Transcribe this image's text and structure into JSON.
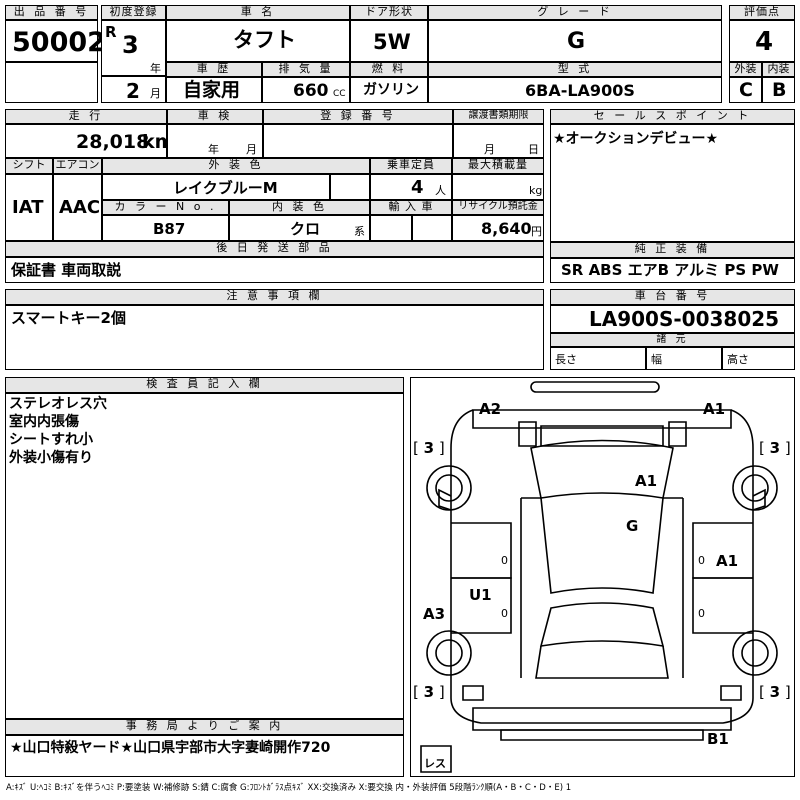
{
  "headers": {
    "lot_no": "出 品 番 号",
    "first_reg": "初度登録",
    "car_name": "車 名",
    "door": "ドア形状",
    "grade": "グ レ ー ド",
    "score": "評価点",
    "history": "車 歴",
    "displacement": "排 気 量",
    "fuel": "燃 料",
    "model": "型 式",
    "exterior": "外装",
    "interior": "内装",
    "mileage": "走 行",
    "inspection": "車 検",
    "reg_no": "登 録 番 号",
    "transfer_deadline": "譲渡書類期限",
    "sales_point": "セ ー ル ス ポ イ ン ト",
    "shift": "シフト",
    "aircon": "エアコン",
    "ext_color": "外 装 色",
    "capacity": "乗車定員",
    "max_load": "最大積載量",
    "color_no": "カ ラ ー N o .",
    "int_color": "内 装 色",
    "import": "輸 入 車",
    "recycle": "リサイクル預託金",
    "later_items": "後 日 発 送 部 品",
    "standard_equip": "純 正 装 備",
    "notes": "注 意 事 項 欄",
    "chassis": "車 台 番 号",
    "specs": "諸 元",
    "inspector": "検 査 員 記 入 欄",
    "office": "事 務 局 よ り ご 案 内"
  },
  "values": {
    "lot_no": "50002",
    "era": "R",
    "year": "3",
    "year_unit": "年",
    "month": "2",
    "month_unit": "月",
    "car_name": "タフト",
    "door": "5W",
    "grade": "G",
    "score": "4",
    "history": "自家用",
    "displacement": "660",
    "displacement_unit": "CC",
    "fuel": "ガソリン",
    "model": "6BA-LA900S",
    "exterior": "C",
    "interior": "B",
    "mileage": "28,018",
    "mileage_unit": "km",
    "insp_year_unit": "年",
    "insp_month_unit": "月",
    "transfer_month_unit": "月",
    "transfer_day_unit": "日",
    "sales_point": "★オークションデビュー★",
    "shift": "IAT",
    "aircon": "AAC",
    "ext_color": "レイクブルーM",
    "capacity": "4",
    "capacity_unit": "人",
    "max_load_unit": "kg",
    "color_no": "B87",
    "int_color": "クロ",
    "int_color_unit": "系",
    "recycle": "8,640",
    "recycle_unit": "円",
    "later_items": "保証書 車両取説",
    "standard_equip": "SR ABS エアB アルミ PS PW",
    "notes": "スマートキー2個",
    "chassis": "LA900S-0038025",
    "length_label": "長さ",
    "width_label": "幅",
    "height_label": "高さ",
    "inspector_lines": [
      "ステレオレス穴",
      "室内内張傷",
      "シートすれ小",
      "外装小傷有り"
    ],
    "office": "★山口特殺ヤード★山口県宇部市大字妻崎開作720",
    "legend": "A:ｷｽﾞ U:ﾍｺﾐ B:ｷｽﾞを伴うﾍｺﾐ P:要塗装 W:補修跡 S:錆 C:腐食 G:ﾌﾛﾝﾄｶﾞﾗｽ点ｷｽﾞ XX:交換済み X:要交換  内・外装評価  5段階ﾗﾝｸ順(A・B・C・D・E) 1"
  },
  "diagram": {
    "marks": {
      "a2": "A2",
      "a1_top": "A1",
      "a1_roof": "A1",
      "g": "G",
      "a1_right": "A1",
      "u1": "U1",
      "a3": "A3",
      "b1": "B1",
      "tire_tl": "3",
      "tire_tr": "3",
      "tire_bl": "3",
      "tire_br": "3",
      "res": "レス",
      "zero_lf": "0",
      "zero_rf": "0",
      "zero_lr": "0",
      "zero_rr": "0"
    }
  }
}
